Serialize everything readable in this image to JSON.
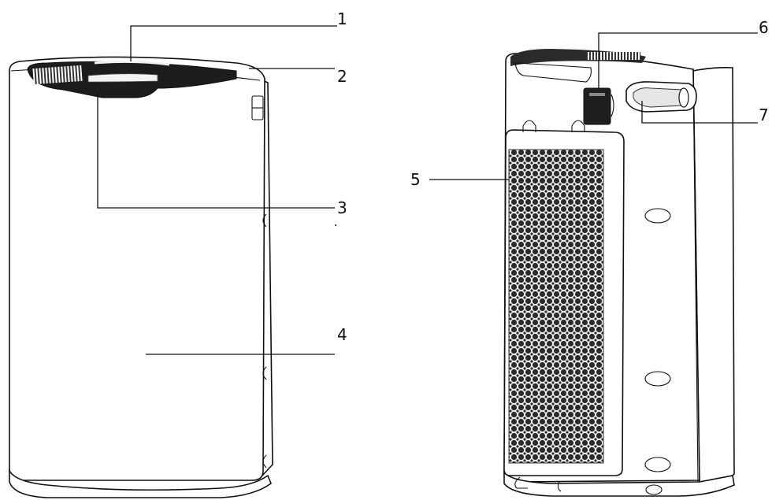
{
  "callouts": [
    "1",
    "2",
    "3",
    "4",
    "5",
    "6",
    "7"
  ],
  "colors": {
    "ink": "#111111",
    "filter": "#2b2b2b",
    "grille": "#333333",
    "background": "#ffffff"
  },
  "icons": [
    "front-view-purifier",
    "rear-view-purifier",
    "filter-mesh",
    "handle-icon",
    "display-panel-icon"
  ]
}
